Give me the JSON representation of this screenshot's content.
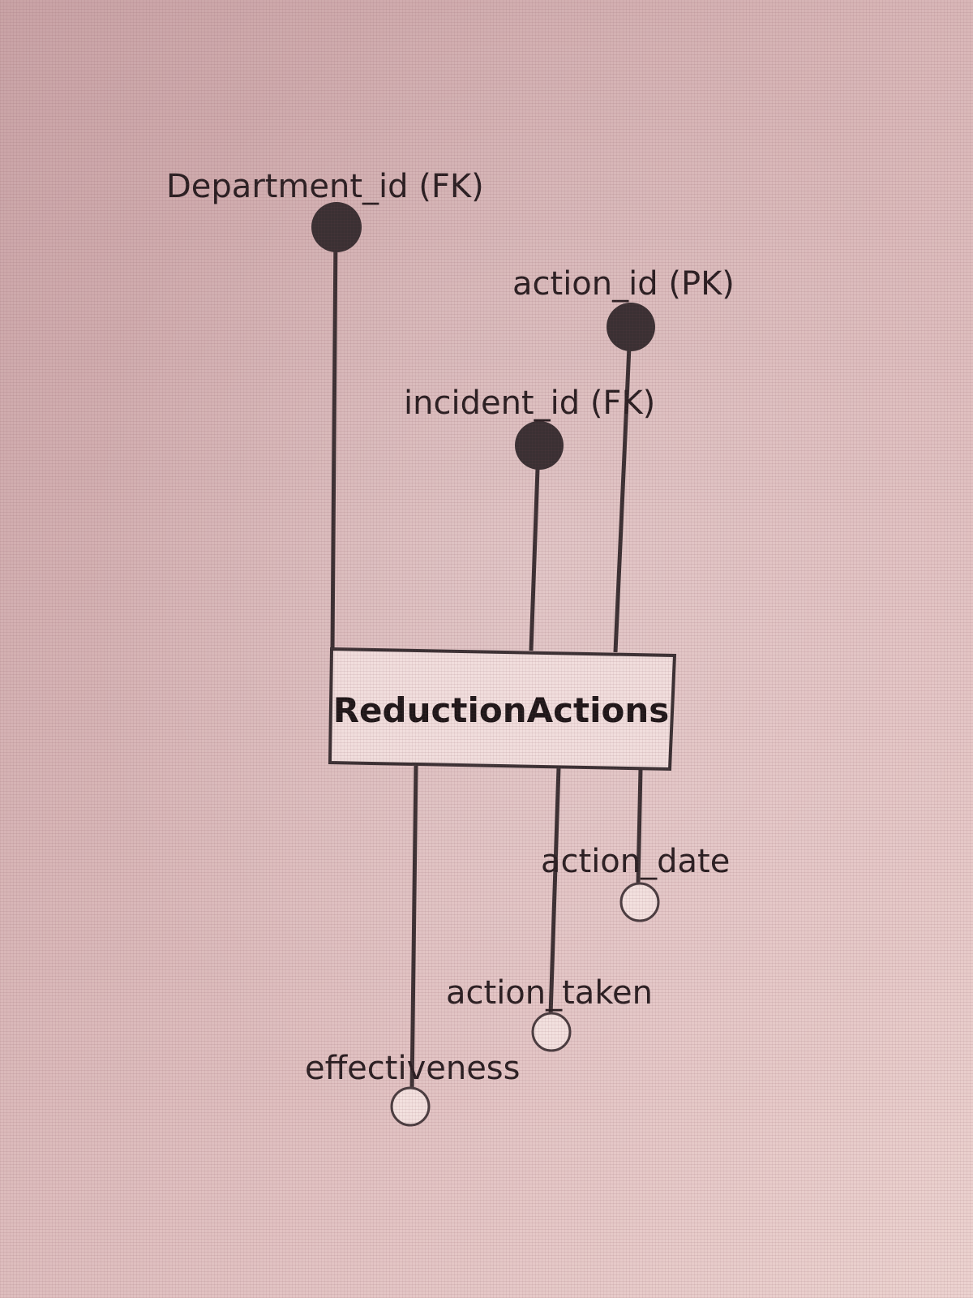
{
  "diagram": {
    "entity": {
      "name": "ReductionActions"
    },
    "attributes": [
      {
        "label": "Department_id (FK)",
        "key": true
      },
      {
        "label": "action_id (PK)",
        "key": true
      },
      {
        "label": "incident_id (FK)",
        "key": true
      },
      {
        "label": "action_date",
        "key": false
      },
      {
        "label": "action_taken",
        "key": false
      },
      {
        "label": "effectiveness",
        "key": false
      }
    ]
  },
  "colors": {
    "background": "#d8b6b7",
    "line": "#3b3033",
    "key_marker": "#3a3033",
    "entity_fill": "#f1dedd"
  }
}
